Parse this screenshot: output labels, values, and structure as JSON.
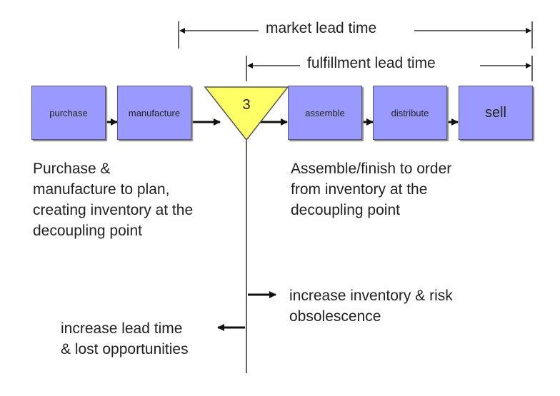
{
  "timelines": {
    "market": "market lead time",
    "fulfillment": "fulfillment lead time"
  },
  "stages": {
    "purchase": "purchase",
    "manufacture": "manufacture",
    "decoupling_point": "3",
    "assemble": "assemble",
    "distribute": "distribute",
    "sell": "sell"
  },
  "notes": {
    "left_line1": "Purchase &",
    "left_line2": "manufacture to plan,",
    "left_line3": "creating inventory at the",
    "left_line4": "decoupling point",
    "right_line1": "Assemble/finish to order",
    "right_line2": "from inventory at the",
    "right_line3": "decoupling point"
  },
  "effects": {
    "downstream_line1": "increase inventory & risk",
    "downstream_line2": "obsolescence",
    "upstream_line1": "increase lead time",
    "upstream_line2": "& lost opportunities"
  },
  "colors": {
    "stage_fill": "#9999ff",
    "decoupling_fill": "#ffff66"
  }
}
